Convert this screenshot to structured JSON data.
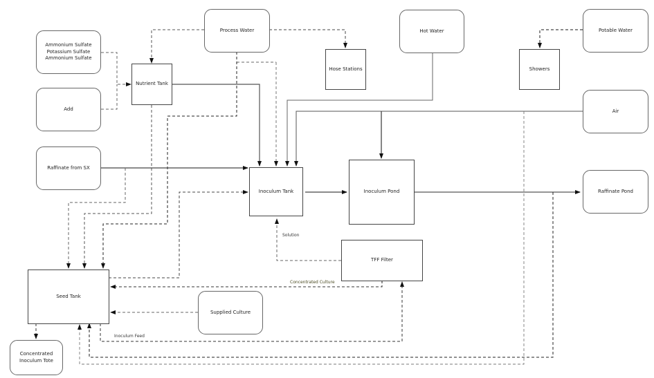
{
  "diagram": {
    "type": "process-flow",
    "nodes": {
      "salts": "Ammonium Sulfate\nPotassium Sulfate\nAmmonium Sulfate",
      "add": "Add",
      "raffinate_sx": "Raffinate from SX",
      "nutrient_tank": "Nutrient Tank",
      "process_water": "Process Water",
      "hose_stations": "Hose Stations",
      "hot_water": "Hot Water",
      "showers": "Showers",
      "potable_water": "Potable Water",
      "air": "Air",
      "inoculum_tank": "Inoculum Tank",
      "inoculum_pond": "Inoculum Pond",
      "raffinate_pond": "Raffinate Pond",
      "tff_filter": "TFF Filter",
      "seed_tank": "Seed Tank",
      "supplied_culture": "Supplied Culture",
      "tote": "Concentrated\nInoculum Tote"
    },
    "edge_labels": {
      "solution": "Solution",
      "concentrated_culture": "Concentrated Culture",
      "inoculum_feed": "Inoculum Feed"
    },
    "edges": [
      {
        "from": "Ammonium/Potassium Sulfate",
        "to": "Nutrient Tank",
        "style": "dashed"
      },
      {
        "from": "Add",
        "to": "Nutrient Tank",
        "style": "dashed"
      },
      {
        "from": "Process Water",
        "to": "Nutrient Tank",
        "style": "dashed"
      },
      {
        "from": "Process Water",
        "to": "Hose Stations",
        "style": "dashed"
      },
      {
        "from": "Process Water",
        "to": "Inoculum Tank",
        "style": "dashed"
      },
      {
        "from": "Process Water",
        "to": "Seed Tank",
        "style": "dashed"
      },
      {
        "from": "Potable Water",
        "to": "Showers",
        "style": "dashed"
      },
      {
        "from": "Nutrient Tank",
        "to": "Inoculum Tank",
        "style": "solid"
      },
      {
        "from": "Nutrient Tank",
        "to": "Seed Tank",
        "style": "dashed"
      },
      {
        "from": "Hot Water",
        "to": "Inoculum Tank",
        "style": "solid"
      },
      {
        "from": "Air",
        "to": "Inoculum Tank",
        "style": "solid"
      },
      {
        "from": "Air",
        "to": "Inoculum Pond",
        "style": "solid"
      },
      {
        "from": "Air",
        "to": "Seed Tank",
        "style": "dashed"
      },
      {
        "from": "Raffinate from SX",
        "to": "Inoculum Tank",
        "style": "solid"
      },
      {
        "from": "Raffinate from SX",
        "to": "Seed Tank",
        "style": "dashed"
      },
      {
        "from": "Inoculum Tank",
        "to": "Inoculum Pond",
        "style": "solid"
      },
      {
        "from": "Inoculum Pond",
        "to": "Raffinate Pond",
        "style": "solid"
      },
      {
        "from": "Raffinate Pond line",
        "to": "Seed Tank",
        "style": "dashed"
      },
      {
        "from": "Seed Tank",
        "to": "Inoculum Tank",
        "style": "dashed"
      },
      {
        "from": "TFF Filter",
        "to": "Inoculum Tank",
        "style": "dashed",
        "label": "Solution"
      },
      {
        "from": "TFF Filter",
        "to": "Seed Tank",
        "style": "dashed",
        "label": "Concentrated Culture"
      },
      {
        "from": "Supplied Culture",
        "to": "Seed Tank",
        "style": "dashed"
      },
      {
        "from": "Seed Tank",
        "to": "TFF Filter",
        "style": "dashed",
        "label": "Inoculum Feed"
      },
      {
        "from": "Seed Tank",
        "to": "Concentrated Inoculum Tote",
        "style": "dashed"
      }
    ]
  }
}
